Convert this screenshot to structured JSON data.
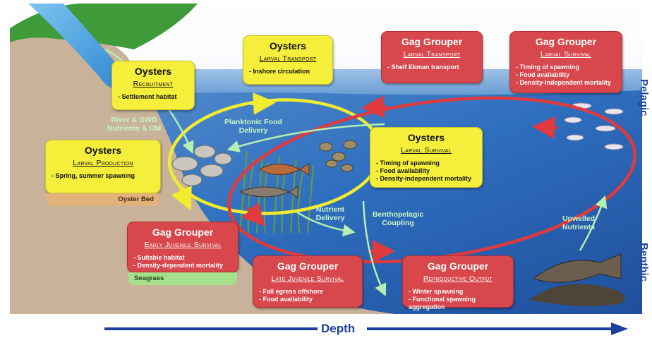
{
  "boxes": {
    "oysters_recruitment": {
      "species": "Oysters",
      "process": "Recruitment",
      "items": [
        "- Settlement habitat"
      ]
    },
    "oysters_larval_transport": {
      "species": "Oysters",
      "process": "Larval Transport",
      "items": [
        "- Inshore circulation"
      ]
    },
    "grouper_larval_transport": {
      "species": "Gag Grouper",
      "process": "Larval Transport",
      "items": [
        "- Shelf Ekman transport"
      ]
    },
    "grouper_larval_survival": {
      "species": "Gag Grouper",
      "process": "Larval Survival",
      "items": [
        "- Timing of spawning",
        "- Food availability",
        "- Density-independent mortality"
      ]
    },
    "oysters_larval_production": {
      "species": "Oysters",
      "process": "Larval Production",
      "items": [
        "- Spring, summer spawning"
      ],
      "habitat": "Oyster Bed"
    },
    "oysters_larval_survival": {
      "species": "Oysters",
      "process": "Larval Survival",
      "items": [
        "- Timing of spawning",
        "- Food availability",
        "- Density-independent mortality"
      ]
    },
    "grouper_early_juvenile": {
      "species": "Gag Grouper",
      "process": "Early Juvenile Survival",
      "items": [
        "- Suitable habitat",
        "- Density-dependent mortality"
      ],
      "habitat": "Seagrass"
    },
    "grouper_late_juvenile": {
      "species": "Gag Grouper",
      "process": "Late Juvenile Survival",
      "items": [
        "- Fall egress offshore",
        "- Food availability"
      ]
    },
    "grouper_reproductive": {
      "species": "Gag Grouper",
      "process": "Reproductive Output",
      "items": [
        "- Winter spawning",
        "- Functional spawning aggregation"
      ]
    }
  },
  "flows": {
    "river": "River & GWD Nutrients & OM",
    "planktonic": "Planktonic Food Delivery",
    "nutrient": "Nutrient Delivery",
    "benthopelagic": "Benthopelagic Coupling",
    "upwelled": "Upwelled Nutrients"
  },
  "zones": {
    "pelagic": "Pelagic",
    "benthic": "Benthic"
  },
  "axis": {
    "depth": "Depth"
  },
  "colors": {
    "oyster_box": "#f5ee3b",
    "grouper_box": "#d7474b",
    "oyster_cycle": "#f1ec2f",
    "grouper_cycle": "#e03a3e",
    "water": "#2f6fbf",
    "axis": "#1b3f9e",
    "flow": "#b6f0b0"
  }
}
